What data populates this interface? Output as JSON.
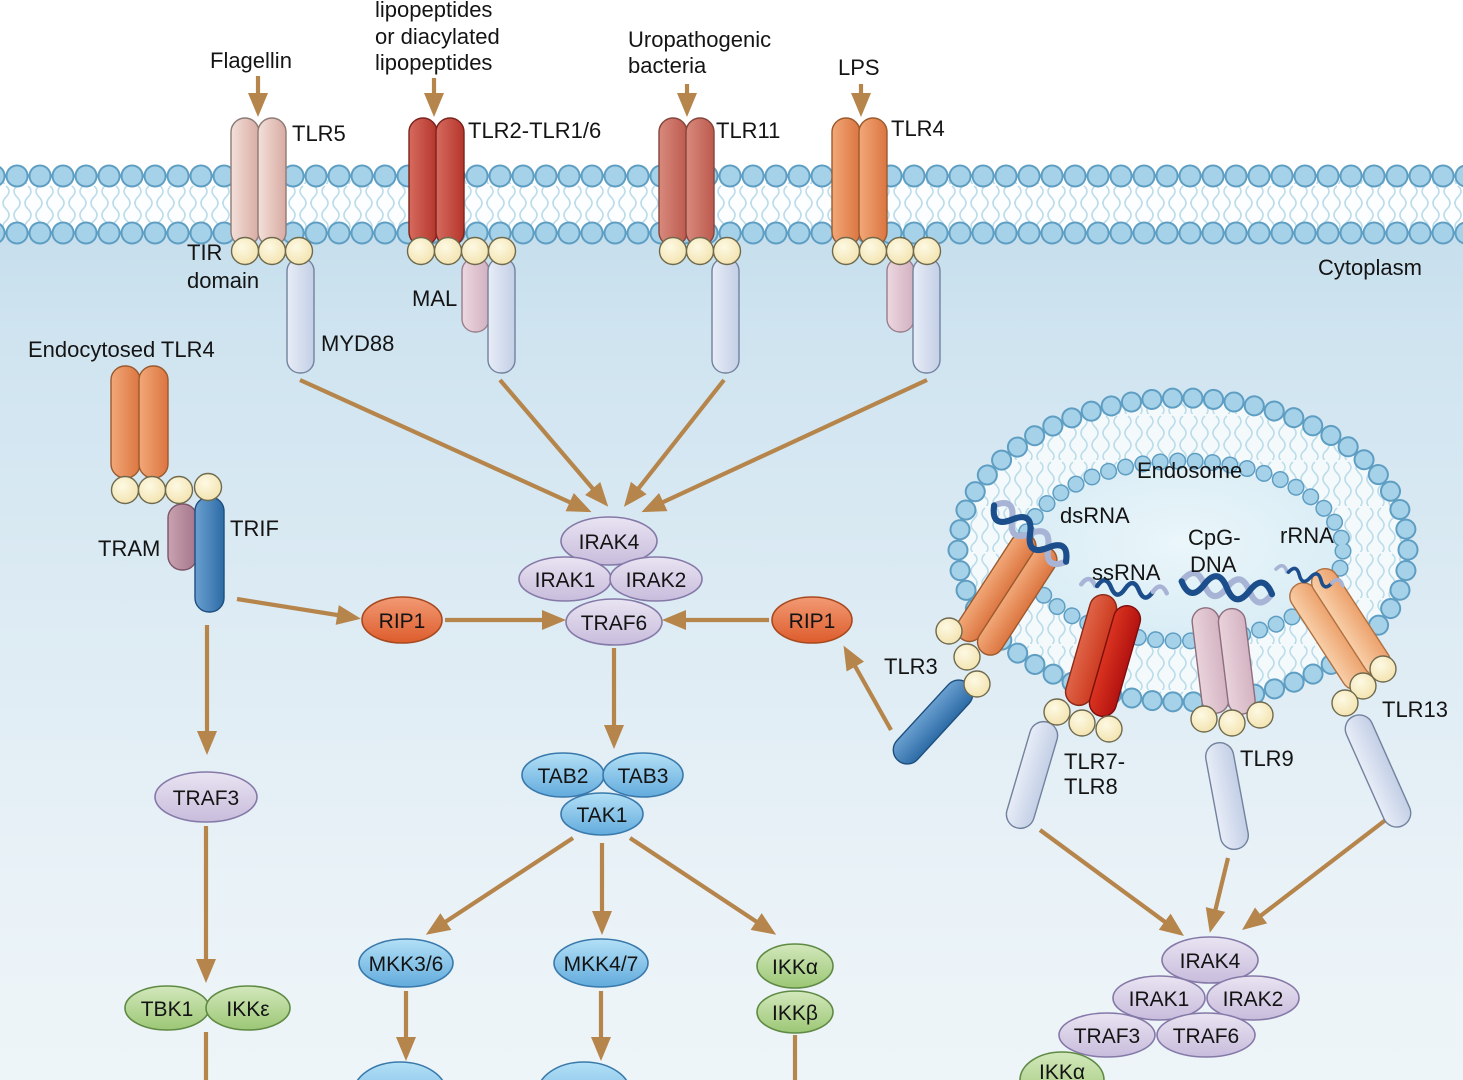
{
  "diagram": {
    "region_labels": {
      "cytoplasm": "Cytoplasm",
      "endosome": "Endosome"
    },
    "ligands": {
      "flagellin": "Flagellin",
      "tlr2_ligand_lines": [
        "lipopeptides",
        "or diacylated",
        "lipopeptides"
      ],
      "tlr11_ligand_lines": [
        "Uropathogenic",
        "bacteria"
      ],
      "lps": "LPS",
      "dsrna": "dsRNA",
      "ssrna": "ssRNA",
      "cpg_lines": [
        "CpG-",
        "DNA"
      ],
      "rrna": "rRNA"
    },
    "receptors": {
      "tlr5": "TLR5",
      "tlr2": "TLR2-TLR1/6",
      "tlr11": "TLR11",
      "tlr4": "TLR4",
      "endocytosed_tlr4": "Endocytosed TLR4",
      "tlr3": "TLR3",
      "tlr7_8_lines": [
        "TLR7-",
        "TLR8"
      ],
      "tlr9": "TLR9",
      "tlr13": "TLR13"
    },
    "adapters": {
      "tir_domain_lines": [
        "TIR",
        "domain"
      ],
      "myd88": "MYD88",
      "mal": "MAL",
      "tram": "TRAM",
      "trif": "TRIF"
    },
    "nodes": {
      "irak4": "IRAK4",
      "irak1": "IRAK1",
      "irak2": "IRAK2",
      "traf6": "TRAF6",
      "rip1": "RIP1",
      "traf3": "TRAF3",
      "tbk1": "TBK1",
      "ikke": "IKKε",
      "tab2": "TAB2",
      "tab3": "TAB3",
      "tak1": "TAK1",
      "mkk36": "MKK3/6",
      "mkk47": "MKK4/7",
      "ikka": "IKKα",
      "ikkb": "IKKβ"
    }
  },
  "palette": {
    "arrow": "#b5854b",
    "membrane_dot": "#a6d2e9",
    "membrane_dot_rim": "#5f9ec3",
    "node_purple": "#d7cbe6",
    "node_blue": "#7fc0e8",
    "node_green": "#aed18a",
    "node_rip1_orange": "#e8734a",
    "tir_circle_yellow": "#f7ecc0",
    "receptor_orange": "#e08a58",
    "receptor_dark_red": "#c23b30",
    "receptor_pink": "#e5c6bf",
    "myd88_stick_blue": "#ccd8ec",
    "trif_blue": "#3578b5",
    "rna_dark_blue": "#1d4e8c",
    "rna_light_blue": "#a8b4d6"
  }
}
